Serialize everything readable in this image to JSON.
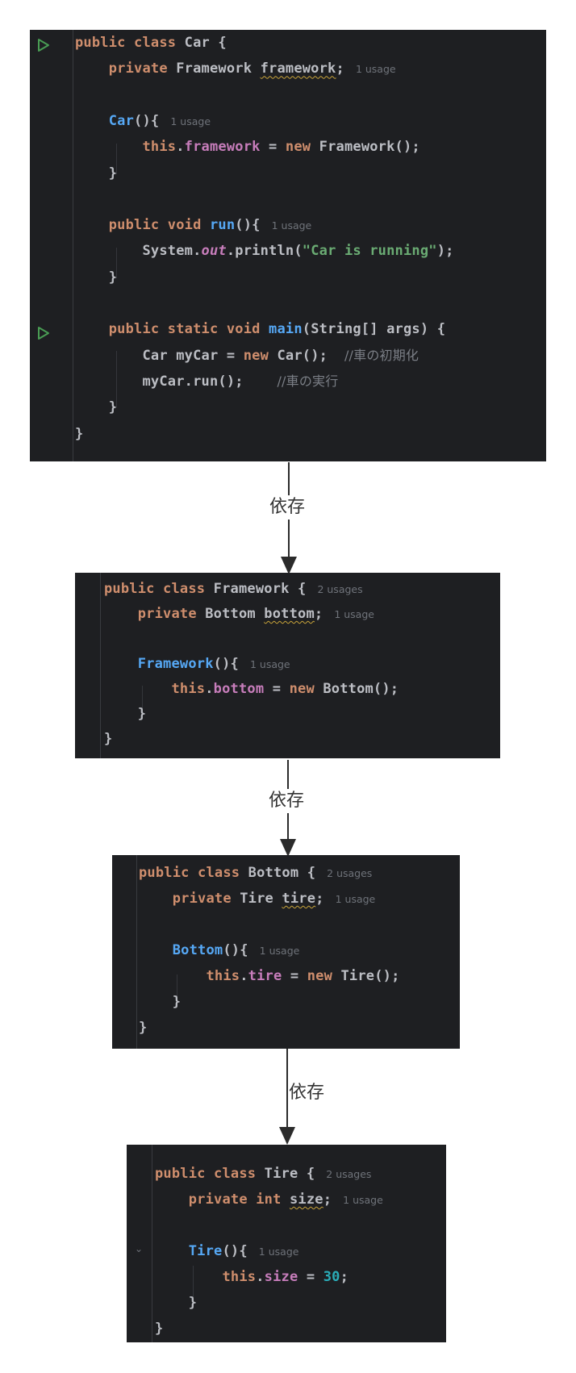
{
  "panels": {
    "car": {
      "title": "Car",
      "lines": [
        {
          "parts": [
            [
              "kw",
              "public class "
            ],
            [
              "gray",
              "Car {"
            ]
          ]
        },
        {
          "parts": [
            [
              "kw",
              "    private "
            ],
            [
              "gray",
              "Framework "
            ],
            [
              "squig",
              "framework"
            ],
            [
              "gray",
              ";"
            ],
            [
              "hint",
              "1 usage"
            ]
          ]
        },
        {
          "parts": []
        },
        {
          "parts": [
            [
              "fn",
              "    Car"
            ],
            [
              "gray",
              "(){"
            ],
            [
              "hint",
              "1 usage"
            ]
          ]
        },
        {
          "parts": [
            [
              "kw",
              "        this"
            ],
            [
              "gray",
              "."
            ],
            [
              "fld",
              "framework"
            ],
            [
              "gray",
              " = "
            ],
            [
              "kw",
              "new "
            ],
            [
              "gray",
              "Framework();"
            ]
          ]
        },
        {
          "parts": [
            [
              "gray",
              "    }"
            ]
          ]
        },
        {
          "parts": []
        },
        {
          "parts": [
            [
              "kw",
              "    public void "
            ],
            [
              "fn",
              "run"
            ],
            [
              "gray",
              "(){"
            ],
            [
              "hint",
              "1 usage"
            ]
          ]
        },
        {
          "parts": [
            [
              "gray",
              "        System."
            ],
            [
              "fld ital",
              "out"
            ],
            [
              "gray",
              ".println("
            ],
            [
              "str",
              "\"Car is running\""
            ],
            [
              "gray",
              ");"
            ]
          ]
        },
        {
          "parts": [
            [
              "gray",
              "    }"
            ]
          ]
        },
        {
          "parts": []
        },
        {
          "parts": [
            [
              "kw",
              "    public static void "
            ],
            [
              "fn",
              "main"
            ],
            [
              "gray",
              "(String[] args) {"
            ]
          ]
        },
        {
          "parts": [
            [
              "gray",
              "        Car myCar = "
            ],
            [
              "kw",
              "new "
            ],
            [
              "gray",
              "Car();  "
            ],
            [
              "cmt",
              "//車の初期化"
            ]
          ]
        },
        {
          "parts": [
            [
              "gray",
              "        myCar.run();    "
            ],
            [
              "cmt",
              "//車の実行"
            ]
          ]
        },
        {
          "parts": [
            [
              "gray",
              "    }"
            ]
          ]
        },
        {
          "parts": [
            [
              "gray",
              "}"
            ]
          ]
        }
      ]
    },
    "framework": {
      "title": "Framework",
      "lines": [
        {
          "parts": [
            [
              "kw",
              "public class "
            ],
            [
              "gray",
              "Framework {"
            ],
            [
              "hint",
              "2 usages"
            ]
          ]
        },
        {
          "parts": [
            [
              "kw",
              "    private "
            ],
            [
              "gray",
              "Bottom "
            ],
            [
              "squig",
              "bottom"
            ],
            [
              "gray",
              ";"
            ],
            [
              "hint",
              "1 usage"
            ]
          ]
        },
        {
          "parts": []
        },
        {
          "parts": [
            [
              "fn",
              "    Framework"
            ],
            [
              "gray",
              "(){"
            ],
            [
              "hint",
              "1 usage"
            ]
          ]
        },
        {
          "parts": [
            [
              "kw",
              "        this"
            ],
            [
              "gray",
              "."
            ],
            [
              "fld",
              "bottom"
            ],
            [
              "gray",
              " = "
            ],
            [
              "kw",
              "new "
            ],
            [
              "gray",
              "Bottom();"
            ]
          ]
        },
        {
          "parts": [
            [
              "gray",
              "    }"
            ]
          ]
        },
        {
          "parts": [
            [
              "gray",
              "}"
            ]
          ]
        }
      ]
    },
    "bottom": {
      "title": "Bottom",
      "lines": [
        {
          "parts": [
            [
              "kw",
              "public class "
            ],
            [
              "gray",
              "Bottom {"
            ],
            [
              "hint",
              "2 usages"
            ]
          ]
        },
        {
          "parts": [
            [
              "kw",
              "    private "
            ],
            [
              "gray",
              "Tire "
            ],
            [
              "squig",
              "tire"
            ],
            [
              "gray",
              ";"
            ],
            [
              "hint",
              "1 usage"
            ]
          ]
        },
        {
          "parts": []
        },
        {
          "parts": [
            [
              "fn",
              "    Bottom"
            ],
            [
              "gray",
              "(){"
            ],
            [
              "hint",
              "1 usage"
            ]
          ]
        },
        {
          "parts": [
            [
              "kw",
              "        this"
            ],
            [
              "gray",
              "."
            ],
            [
              "fld",
              "tire"
            ],
            [
              "gray",
              " = "
            ],
            [
              "kw",
              "new "
            ],
            [
              "gray",
              "Tire();"
            ]
          ]
        },
        {
          "parts": [
            [
              "gray",
              "    }"
            ]
          ]
        },
        {
          "parts": [
            [
              "gray",
              "}"
            ]
          ]
        }
      ]
    },
    "tire": {
      "title": "Tire",
      "lines": [
        {
          "parts": [
            [
              "kw",
              "public class "
            ],
            [
              "gray",
              "Tire {"
            ],
            [
              "hint",
              "2 usages"
            ]
          ]
        },
        {
          "parts": [
            [
              "kw",
              "    private int "
            ],
            [
              "squig",
              "size"
            ],
            [
              "gray",
              ";"
            ],
            [
              "hint",
              "1 usage"
            ]
          ]
        },
        {
          "parts": []
        },
        {
          "parts": [
            [
              "fn",
              "    Tire"
            ],
            [
              "gray",
              "(){"
            ],
            [
              "hint",
              "1 usage"
            ]
          ]
        },
        {
          "parts": [
            [
              "kw",
              "        this"
            ],
            [
              "gray",
              "."
            ],
            [
              "fld",
              "size"
            ],
            [
              "gray",
              " = "
            ],
            [
              "num",
              "30"
            ],
            [
              "gray",
              ";"
            ]
          ]
        },
        {
          "parts": [
            [
              "gray",
              "    }"
            ]
          ]
        },
        {
          "parts": [
            [
              "gray",
              "}"
            ]
          ]
        }
      ]
    }
  },
  "arrows": [
    {
      "label": "依存",
      "from": "Car",
      "to": "Framework"
    },
    {
      "label": "依存",
      "from": "Framework",
      "to": "Bottom"
    },
    {
      "label": "依存",
      "from": "Bottom",
      "to": "Tire"
    }
  ],
  "icons": {
    "run": "run-triangle-icon",
    "fold": "chevron-down-icon"
  },
  "colors": {
    "editor_bg": "#1e1f22",
    "keyword": "#cf8e6d",
    "function": "#56a8f5",
    "field": "#c77dbb",
    "string": "#6aab73",
    "number": "#2aacb8",
    "comment": "#7a7e85",
    "run_icon": "#499c54"
  }
}
